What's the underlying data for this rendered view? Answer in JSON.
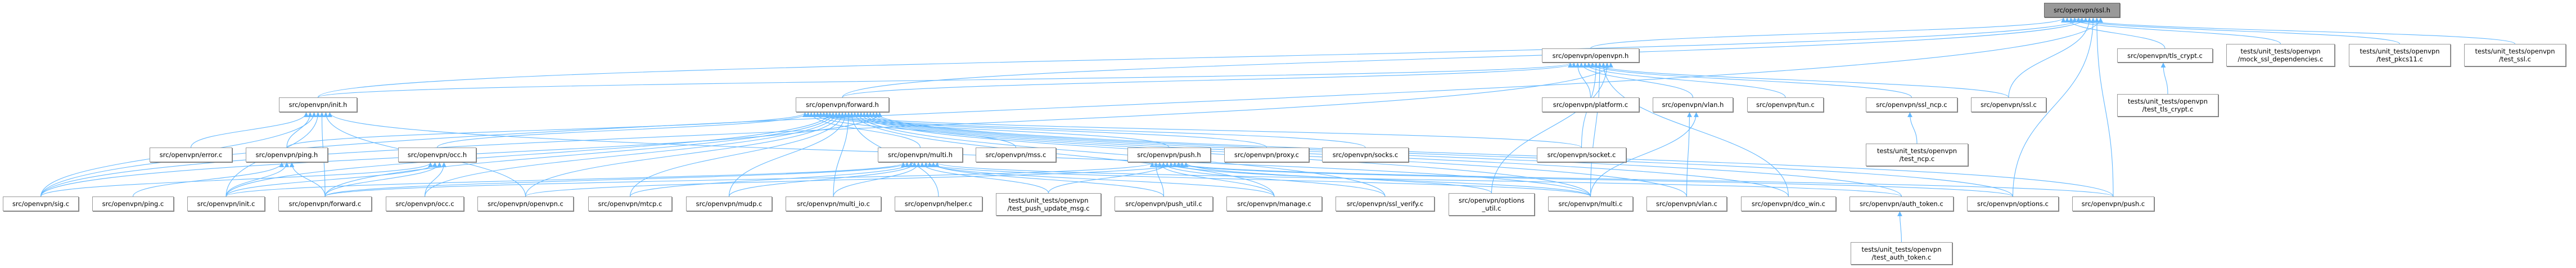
{
  "colors": {
    "edge": "#63b8ff",
    "root_fill": "#999999",
    "node_fill": "#ffffff",
    "node_border": "#999999"
  },
  "root": "ssl_h",
  "nodes": [
    {
      "id": "ssl_h",
      "lines": [
        "src/openvpn/ssl.h"
      ]
    },
    {
      "id": "openvpn_h",
      "lines": [
        "src/openvpn/openvpn.h"
      ]
    },
    {
      "id": "tls_crypt_c",
      "lines": [
        "src/openvpn/tls_crypt.c"
      ]
    },
    {
      "id": "mock_ssl",
      "lines": [
        "tests/unit_tests/openvpn",
        "/mock_ssl_dependencies.c"
      ]
    },
    {
      "id": "test_pkcs11",
      "lines": [
        "tests/unit_tests/openvpn",
        "/test_pkcs11.c"
      ]
    },
    {
      "id": "test_ssl",
      "lines": [
        "tests/unit_tests/openvpn",
        "/test_ssl.c"
      ]
    },
    {
      "id": "init_h",
      "lines": [
        "src/openvpn/init.h"
      ]
    },
    {
      "id": "forward_h",
      "lines": [
        "src/openvpn/forward.h"
      ]
    },
    {
      "id": "platform_c",
      "lines": [
        "src/openvpn/platform.c"
      ]
    },
    {
      "id": "vlan_h",
      "lines": [
        "src/openvpn/vlan.h"
      ]
    },
    {
      "id": "tun_c",
      "lines": [
        "src/openvpn/tun.c"
      ]
    },
    {
      "id": "ssl_ncp_c",
      "lines": [
        "src/openvpn/ssl_ncp.c"
      ]
    },
    {
      "id": "ssl_c",
      "lines": [
        "src/openvpn/ssl.c"
      ]
    },
    {
      "id": "test_tls_crypt",
      "lines": [
        "tests/unit_tests/openvpn",
        "/test_tls_crypt.c"
      ]
    },
    {
      "id": "error_c",
      "lines": [
        "src/openvpn/error.c"
      ]
    },
    {
      "id": "ping_h",
      "lines": [
        "src/openvpn/ping.h"
      ]
    },
    {
      "id": "occ_h",
      "lines": [
        "src/openvpn/occ.h"
      ]
    },
    {
      "id": "multi_h",
      "lines": [
        "src/openvpn/multi.h"
      ]
    },
    {
      "id": "mss_c",
      "lines": [
        "src/openvpn/mss.c"
      ]
    },
    {
      "id": "push_h",
      "lines": [
        "src/openvpn/push.h"
      ]
    },
    {
      "id": "proxy_c",
      "lines": [
        "src/openvpn/proxy.c"
      ]
    },
    {
      "id": "socks_c",
      "lines": [
        "src/openvpn/socks.c"
      ]
    },
    {
      "id": "socket_c",
      "lines": [
        "src/openvpn/socket.c"
      ]
    },
    {
      "id": "test_ncp",
      "lines": [
        "tests/unit_tests/openvpn",
        "/test_ncp.c"
      ]
    },
    {
      "id": "sig_c",
      "lines": [
        "src/openvpn/sig.c"
      ]
    },
    {
      "id": "ping_c",
      "lines": [
        "src/openvpn/ping.c"
      ]
    },
    {
      "id": "init_c",
      "lines": [
        "src/openvpn/init.c"
      ]
    },
    {
      "id": "forward_c",
      "lines": [
        "src/openvpn/forward.c"
      ]
    },
    {
      "id": "occ_c",
      "lines": [
        "src/openvpn/occ.c"
      ]
    },
    {
      "id": "openvpn_c",
      "lines": [
        "src/openvpn/openvpn.c"
      ]
    },
    {
      "id": "mtcp_c",
      "lines": [
        "src/openvpn/mtcp.c"
      ]
    },
    {
      "id": "mudp_c",
      "lines": [
        "src/openvpn/mudp.c"
      ]
    },
    {
      "id": "multi_io_c",
      "lines": [
        "src/openvpn/multi_io.c"
      ]
    },
    {
      "id": "helper_c",
      "lines": [
        "src/openvpn/helper.c"
      ]
    },
    {
      "id": "test_push_update",
      "lines": [
        "tests/unit_tests/openvpn",
        "/test_push_update_msg.c"
      ]
    },
    {
      "id": "push_util_c",
      "lines": [
        "src/openvpn/push_util.c"
      ]
    },
    {
      "id": "manage_c",
      "lines": [
        "src/openvpn/manage.c"
      ]
    },
    {
      "id": "ssl_verify_c",
      "lines": [
        "src/openvpn/ssl_verify.c"
      ]
    },
    {
      "id": "options_util_c",
      "lines": [
        "src/openvpn/options",
        "_util.c"
      ]
    },
    {
      "id": "multi_c",
      "lines": [
        "src/openvpn/multi.c"
      ]
    },
    {
      "id": "vlan_c",
      "lines": [
        "src/openvpn/vlan.c"
      ]
    },
    {
      "id": "dco_win_c",
      "lines": [
        "src/openvpn/dco_win.c"
      ]
    },
    {
      "id": "auth_token_c",
      "lines": [
        "src/openvpn/auth_token.c"
      ]
    },
    {
      "id": "options_c",
      "lines": [
        "src/openvpn/options.c"
      ]
    },
    {
      "id": "push_c",
      "lines": [
        "src/openvpn/push.c"
      ]
    },
    {
      "id": "test_auth_token",
      "lines": [
        "tests/unit_tests/openvpn",
        "/test_auth_token.c"
      ]
    }
  ],
  "edges": [
    [
      "openvpn_h",
      "ssl_h"
    ],
    [
      "tls_crypt_c",
      "ssl_h"
    ],
    [
      "mock_ssl",
      "ssl_h"
    ],
    [
      "test_pkcs11",
      "ssl_h"
    ],
    [
      "test_ssl",
      "ssl_h"
    ],
    [
      "init_h",
      "ssl_h"
    ],
    [
      "forward_h",
      "ssl_h"
    ],
    [
      "ssl_c",
      "ssl_h"
    ],
    [
      "options_c",
      "ssl_h"
    ],
    [
      "push_c",
      "ssl_h"
    ],
    [
      "sig_c",
      "ssl_h"
    ],
    [
      "init_h",
      "openvpn_h"
    ],
    [
      "forward_h",
      "openvpn_h"
    ],
    [
      "platform_c",
      "openvpn_h"
    ],
    [
      "vlan_h",
      "openvpn_h"
    ],
    [
      "tun_c",
      "openvpn_h"
    ],
    [
      "ssl_ncp_c",
      "openvpn_h"
    ],
    [
      "ssl_c",
      "openvpn_h"
    ],
    [
      "socket_c",
      "openvpn_h"
    ],
    [
      "multi_c",
      "openvpn_h"
    ],
    [
      "dco_win_c",
      "openvpn_h"
    ],
    [
      "options_util_c",
      "openvpn_h"
    ],
    [
      "sig_c",
      "openvpn_h"
    ],
    [
      "error_c",
      "init_h"
    ],
    [
      "ping_h",
      "init_h"
    ],
    [
      "sig_c",
      "init_h"
    ],
    [
      "init_c",
      "init_h"
    ],
    [
      "forward_c",
      "init_h"
    ],
    [
      "openvpn_c",
      "init_h"
    ],
    [
      "multi_c",
      "init_h"
    ],
    [
      "ping_h",
      "forward_h"
    ],
    [
      "occ_h",
      "forward_h"
    ],
    [
      "multi_h",
      "forward_h"
    ],
    [
      "mss_c",
      "forward_h"
    ],
    [
      "push_h",
      "forward_h"
    ],
    [
      "proxy_c",
      "forward_h"
    ],
    [
      "socks_c",
      "forward_h"
    ],
    [
      "socket_c",
      "forward_h"
    ],
    [
      "init_c",
      "forward_h"
    ],
    [
      "forward_c",
      "forward_h"
    ],
    [
      "occ_c",
      "forward_h"
    ],
    [
      "openvpn_c",
      "forward_h"
    ],
    [
      "mtcp_c",
      "forward_h"
    ],
    [
      "mudp_c",
      "forward_h"
    ],
    [
      "multi_io_c",
      "forward_h"
    ],
    [
      "helper_c",
      "forward_h"
    ],
    [
      "manage_c",
      "forward_h"
    ],
    [
      "ssl_verify_c",
      "forward_h"
    ],
    [
      "multi_c",
      "forward_h"
    ],
    [
      "vlan_c",
      "forward_h"
    ],
    [
      "dco_win_c",
      "forward_h"
    ],
    [
      "auth_token_c",
      "forward_h"
    ],
    [
      "options_c",
      "forward_h"
    ],
    [
      "push_c",
      "forward_h"
    ],
    [
      "sig_c",
      "forward_h"
    ],
    [
      "ping_c",
      "ping_h"
    ],
    [
      "init_c",
      "ping_h"
    ],
    [
      "forward_c",
      "ping_h"
    ],
    [
      "sig_c",
      "occ_h"
    ],
    [
      "init_c",
      "occ_h"
    ],
    [
      "forward_c",
      "occ_h"
    ],
    [
      "occ_c",
      "occ_h"
    ],
    [
      "init_c",
      "multi_h"
    ],
    [
      "forward_c",
      "multi_h"
    ],
    [
      "mtcp_c",
      "multi_h"
    ],
    [
      "mudp_c",
      "multi_h"
    ],
    [
      "multi_io_c",
      "multi_h"
    ],
    [
      "test_push_update",
      "multi_h"
    ],
    [
      "multi_c",
      "multi_h"
    ],
    [
      "manage_c",
      "multi_h"
    ],
    [
      "push_util_c",
      "multi_h"
    ],
    [
      "auth_token_c",
      "multi_h"
    ],
    [
      "forward_c",
      "push_h"
    ],
    [
      "push_util_c",
      "push_h"
    ],
    [
      "manage_c",
      "push_h"
    ],
    [
      "ssl_verify_c",
      "push_h"
    ],
    [
      "test_push_update",
      "push_h"
    ],
    [
      "multi_c",
      "push_h"
    ],
    [
      "options_c",
      "push_h"
    ],
    [
      "push_c",
      "push_h"
    ],
    [
      "openvpn_c",
      "push_h"
    ],
    [
      "options_util_c",
      "push_h"
    ],
    [
      "vlan_c",
      "vlan_h"
    ],
    [
      "multi_c",
      "vlan_h"
    ],
    [
      "test_ncp",
      "ssl_ncp_c"
    ],
    [
      "test_tls_crypt",
      "tls_crypt_c"
    ],
    [
      "test_auth_token",
      "auth_token_c"
    ]
  ]
}
